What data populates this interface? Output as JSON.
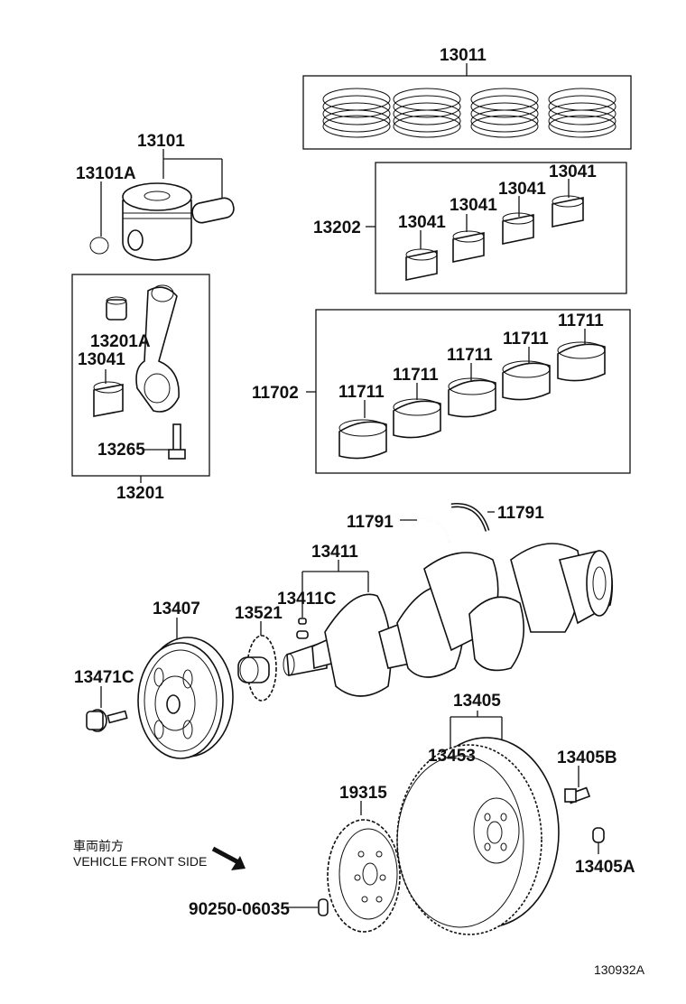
{
  "labels": {
    "p13011": "13011",
    "p13101": "13101",
    "p13101A": "13101A",
    "p13202": "13202",
    "p13041_a": "13041",
    "p13041_b": "13041",
    "p13041_c": "13041",
    "p13041_d": "13041",
    "p13201A": "13201A",
    "p13041_e": "13041",
    "p13265": "13265",
    "p13201": "13201",
    "p11702": "11702",
    "p11711_a": "11711",
    "p11711_b": "11711",
    "p11711_c": "11711",
    "p11711_d": "11711",
    "p11711_e": "11711",
    "p11791_l": "11791",
    "p11791_r": "11791",
    "p13411": "13411",
    "p13411C": "13411C",
    "p13407": "13407",
    "p13521": "13521",
    "p13471C": "13471C",
    "p13405": "13405",
    "p13453": "13453",
    "p13405B": "13405B",
    "p19315": "19315",
    "p13405A": "13405A",
    "p90250": "90250-06035",
    "front_jp": "車両前方",
    "front_en": "VEHICLE FRONT SIDE",
    "fig_id": "130932A"
  }
}
